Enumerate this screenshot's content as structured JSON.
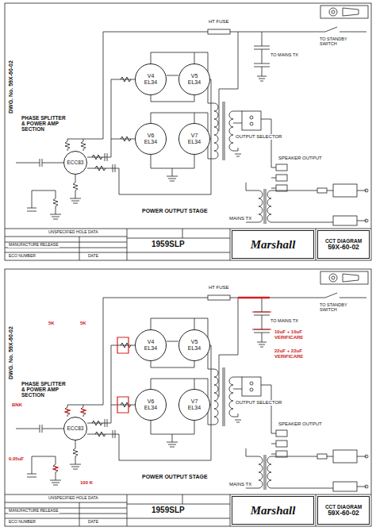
{
  "diagram": {
    "nodes": [
      {
        "text": [
          "V4",
          "EL34"
        ]
      },
      {
        "text": [
          "V5",
          "EL34"
        ]
      },
      {
        "text": [
          "V6",
          "EL34"
        ]
      },
      {
        "text": [
          "V7",
          "EL34"
        ]
      },
      {
        "text": [
          "ECC83"
        ]
      },
      {
        "text": [
          "Marshall"
        ]
      },
      {
        "text": [
          "CCT DIAGRAM",
          "59X-60-02"
        ]
      },
      {
        "text": [
          "V4",
          "EL34"
        ]
      },
      {
        "text": [
          "V5",
          "EL34"
        ]
      },
      {
        "text": [
          "V6",
          "EL34"
        ]
      },
      {
        "text": [
          "V7",
          "EL34"
        ]
      },
      {
        "text": [
          "ECC83"
        ]
      },
      {
        "text": [
          "Marshall"
        ]
      },
      {
        "text": [
          "CCT DIAGRAM",
          "59X-60-02"
        ]
      }
    ],
    "labels": [
      "DWG. No. 59X-60-02",
      "PHASE SPLITTER & POWER AMP SECTION",
      "POWER OUTPUT STAGE",
      "HT FUSE",
      "SPEAKER OUTPUT",
      "OUTPUT SELECTOR",
      "MAINS TX",
      "TO STANDBY SWITCH",
      "1959SLP",
      "UNSPECIFIED HOLE DATA",
      "MANUFACTURE RELEASE",
      "ECO NUMBER",
      "DATE",
      "TO MAINS TX",
      "DWG. No. 59X-60-02",
      "PHASE SPLITTER & POWER AMP SECTION",
      "POWER OUTPUT STAGE",
      "HT FUSE",
      "SPEAKER OUTPUT",
      "OUTPUT SELECTOR",
      "MAINS TX",
      "TO STANDBY SWITCH",
      "1959SLP",
      "UNSPECIFIED HOLE DATA",
      "MANUFACTURE RELEASE",
      "ECO NUMBER",
      "DATE",
      "TO MAINS TX",
      "5K",
      "5K",
      "10uF + 10uF VERIFICARE",
      "22uF + 22uF VERIFICARE",
      "BNK",
      "0.05uF",
      "100 K"
    ]
  }
}
